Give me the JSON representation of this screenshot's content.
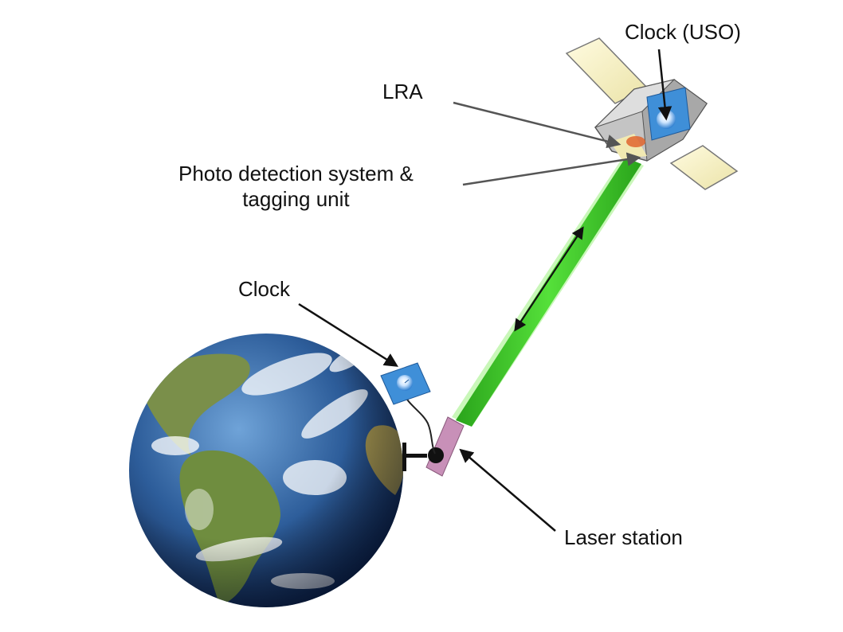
{
  "labels": {
    "clock_uso": "Clock (USO)",
    "lra": "LRA",
    "photo_detection_line1": "Photo detection system &",
    "photo_detection_line2": "tagging unit",
    "clock": "Clock",
    "laser_station": "Laser station"
  },
  "colors": {
    "laser_beam": "#37c423",
    "laser_glow": "#9df07f",
    "laser_station": "#c890b8",
    "solar_panel": "#f7f2c4",
    "satellite_body": "#b8b8b8",
    "clock_face": "#3f8fd8",
    "ocean": "#2d5d9a",
    "land": "#6f8d3f"
  },
  "icons": {
    "earth": "earth-globe-icon",
    "satellite": "satellite-icon",
    "ground_clock": "clock-icon",
    "space_clock": "clock-icon"
  }
}
